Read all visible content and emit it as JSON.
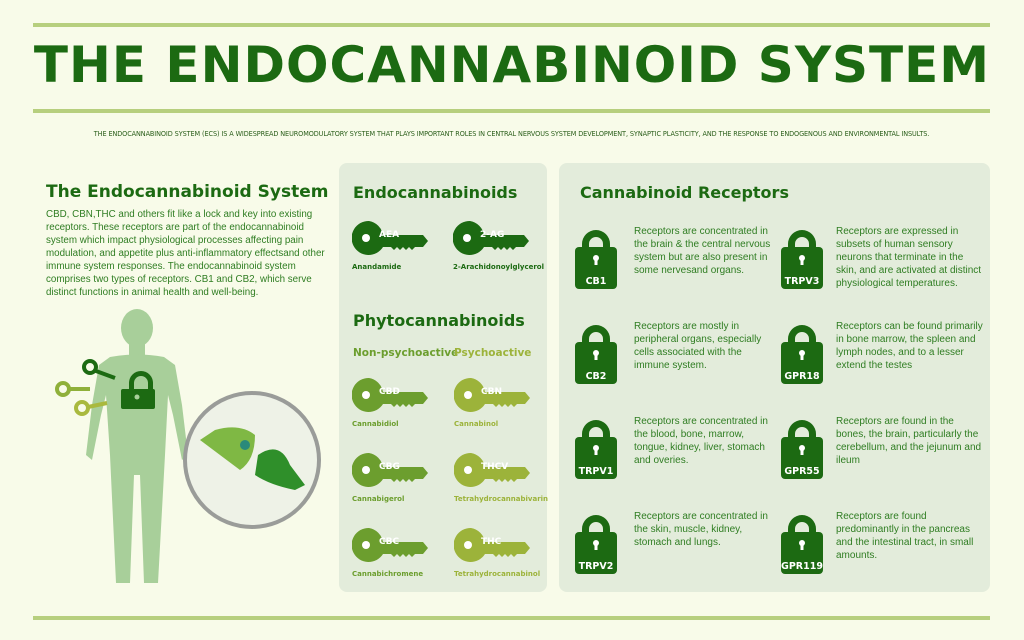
{
  "title": "THE ENDOCANNABINOID SYSTEM",
  "intro": "THE ENDOCANNABINOID SYSTEM (ECS) IS A WIDESPREAD NEUROMODULATORY SYSTEM THAT PLAYS IMPORTANT ROLES IN CENTRAL NERVOUS SYSTEM DEVELOPMENT, SYNAPTIC PLASTICITY, AND THE RESPONSE TO ENDOGENOUS AND ENVIRONMENTAL INSULTS.",
  "left": {
    "title": "The Endocannabinoid System",
    "body": "CBD, CBN,THC and others fit like a lock and key into existing receptors. These receptors are part of the endocannabinoid system which impact physiological processes affecting pain modulation, and appetite plus anti-inflammatory effectsand other immune system responses. The endocannabinoid system comprises two types of receptors. CB1 and CB2, which serve distinct functions in animal health and well-being."
  },
  "colors": {
    "dark": "#1c6a12",
    "mid": "#6c9e2e",
    "light": "#9cb33a",
    "panel": "#e3ecdb",
    "background": "#f8fbe9"
  },
  "endocannabinoids": {
    "title": "Endocannabinoids",
    "keys": [
      {
        "code": "AEA",
        "name": "Anandamide",
        "color": "#1c6a12"
      },
      {
        "code": "2-AG",
        "name": "2-Arachidonoylglycerol",
        "color": "#1c6a12"
      }
    ]
  },
  "phytocannabinoids": {
    "title": "Phytocannabinoids",
    "non_psychoactive_label": "Non-psychoactive",
    "psychoactive_label": "Psychoactive",
    "non_psychoactive": [
      {
        "code": "CBD",
        "name": "Cannabidiol",
        "color": "#6c9e2e"
      },
      {
        "code": "CBG",
        "name": "Cannabigerol",
        "color": "#6c9e2e"
      },
      {
        "code": "CBC",
        "name": "Cannabichromene",
        "color": "#6c9e2e"
      }
    ],
    "psychoactive": [
      {
        "code": "CBN",
        "name": "Cannabinol",
        "color": "#9cb33a"
      },
      {
        "code": "THCV",
        "name": "Tetrahydrocannabivarin",
        "color": "#9cb33a"
      },
      {
        "code": "THC",
        "name": "Tetrahydrocannabinol",
        "color": "#9cb33a"
      }
    ]
  },
  "receptors": {
    "title": "Cannabinoid Receptors",
    "items": [
      {
        "label": "CB1",
        "text": "Receptors are concentrated in the brain & the central nervous system but are also present in some nervesand organs."
      },
      {
        "label": "TRPV3",
        "text": "Receptors are expressed in subsets of human sensory neurons that terminate in the skin, and are activated at distinct physiological temperatures."
      },
      {
        "label": "CB2",
        "text": "Receptors are mostly in peripheral organs, especially cells associated with the immune system."
      },
      {
        "label": "GPR18",
        "text": "Receptors can be found primarily in bone marrow, the spleen and lymph nodes, and to a lesser extend the testes"
      },
      {
        "label": "TRPV1",
        "text": "Receptors are concentrated in the blood, bone, marrow, tongue, kidney, liver, stomach and overies."
      },
      {
        "label": "GPR55",
        "text": "Receptors are found in the bones, the brain, particularly the cerebellum, and the jejunum and ileum"
      },
      {
        "label": "TRPV2",
        "text": "Receptors are concentrated in the skin, muscle, kidney, stomach and lungs."
      },
      {
        "label": "GPR119",
        "text": "Receptors are found predominantly in the pancreas and the intestinal tract, in small amounts."
      }
    ]
  }
}
